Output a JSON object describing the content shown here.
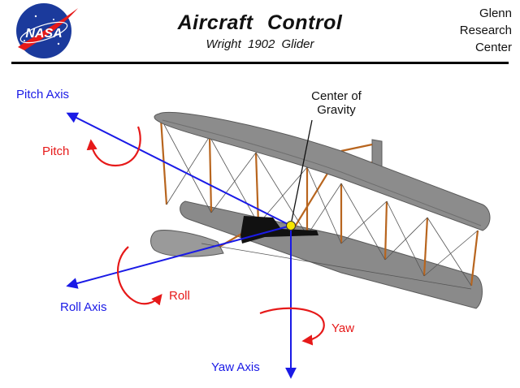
{
  "header": {
    "title": "Aircraft   Control",
    "subtitle": "Wright  1902  Glider",
    "logo_text": "NASA",
    "org_lines": [
      "Glenn",
      "Research",
      "Center"
    ]
  },
  "labels": {
    "pitch_axis": "Pitch  Axis",
    "pitch": "Pitch",
    "roll_axis": "Roll  Axis",
    "roll": "Roll",
    "yaw_axis": "Yaw  Axis",
    "yaw": "Yaw",
    "center_of_gravity": [
      "Center of",
      "Gravity"
    ]
  },
  "colors": {
    "axis": "#1a1ae6",
    "rotation": "#e61919",
    "center_of_gravity": "#f5e600",
    "wing": "#8c8c8c",
    "strut": "#b8651e",
    "nasa_blue": "#1b3a9c"
  }
}
